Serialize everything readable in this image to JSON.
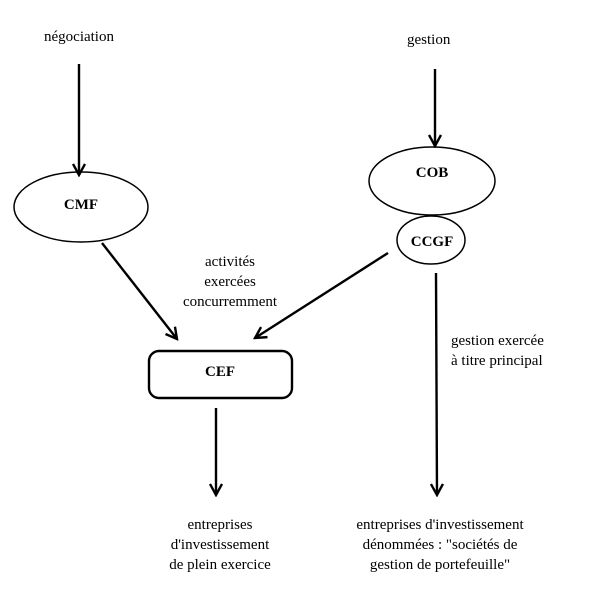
{
  "inputs": {
    "left": "négociation",
    "right": "gestion"
  },
  "nodes": {
    "cmf": "CMF",
    "cob": "COB",
    "ccgf": "CCGF",
    "cef": "CEF"
  },
  "edge_labels": {
    "concurrent": [
      "activités",
      "exercées",
      "concurremment"
    ],
    "principal": [
      "gestion exercée",
      "à titre principal"
    ]
  },
  "outputs": {
    "left": [
      "entreprises",
      "d'investissement",
      "de plein exercice"
    ],
    "right": [
      "entreprises d'investissement",
      "dénommées : \"sociétés de",
      "gestion de portefeuille\""
    ]
  }
}
